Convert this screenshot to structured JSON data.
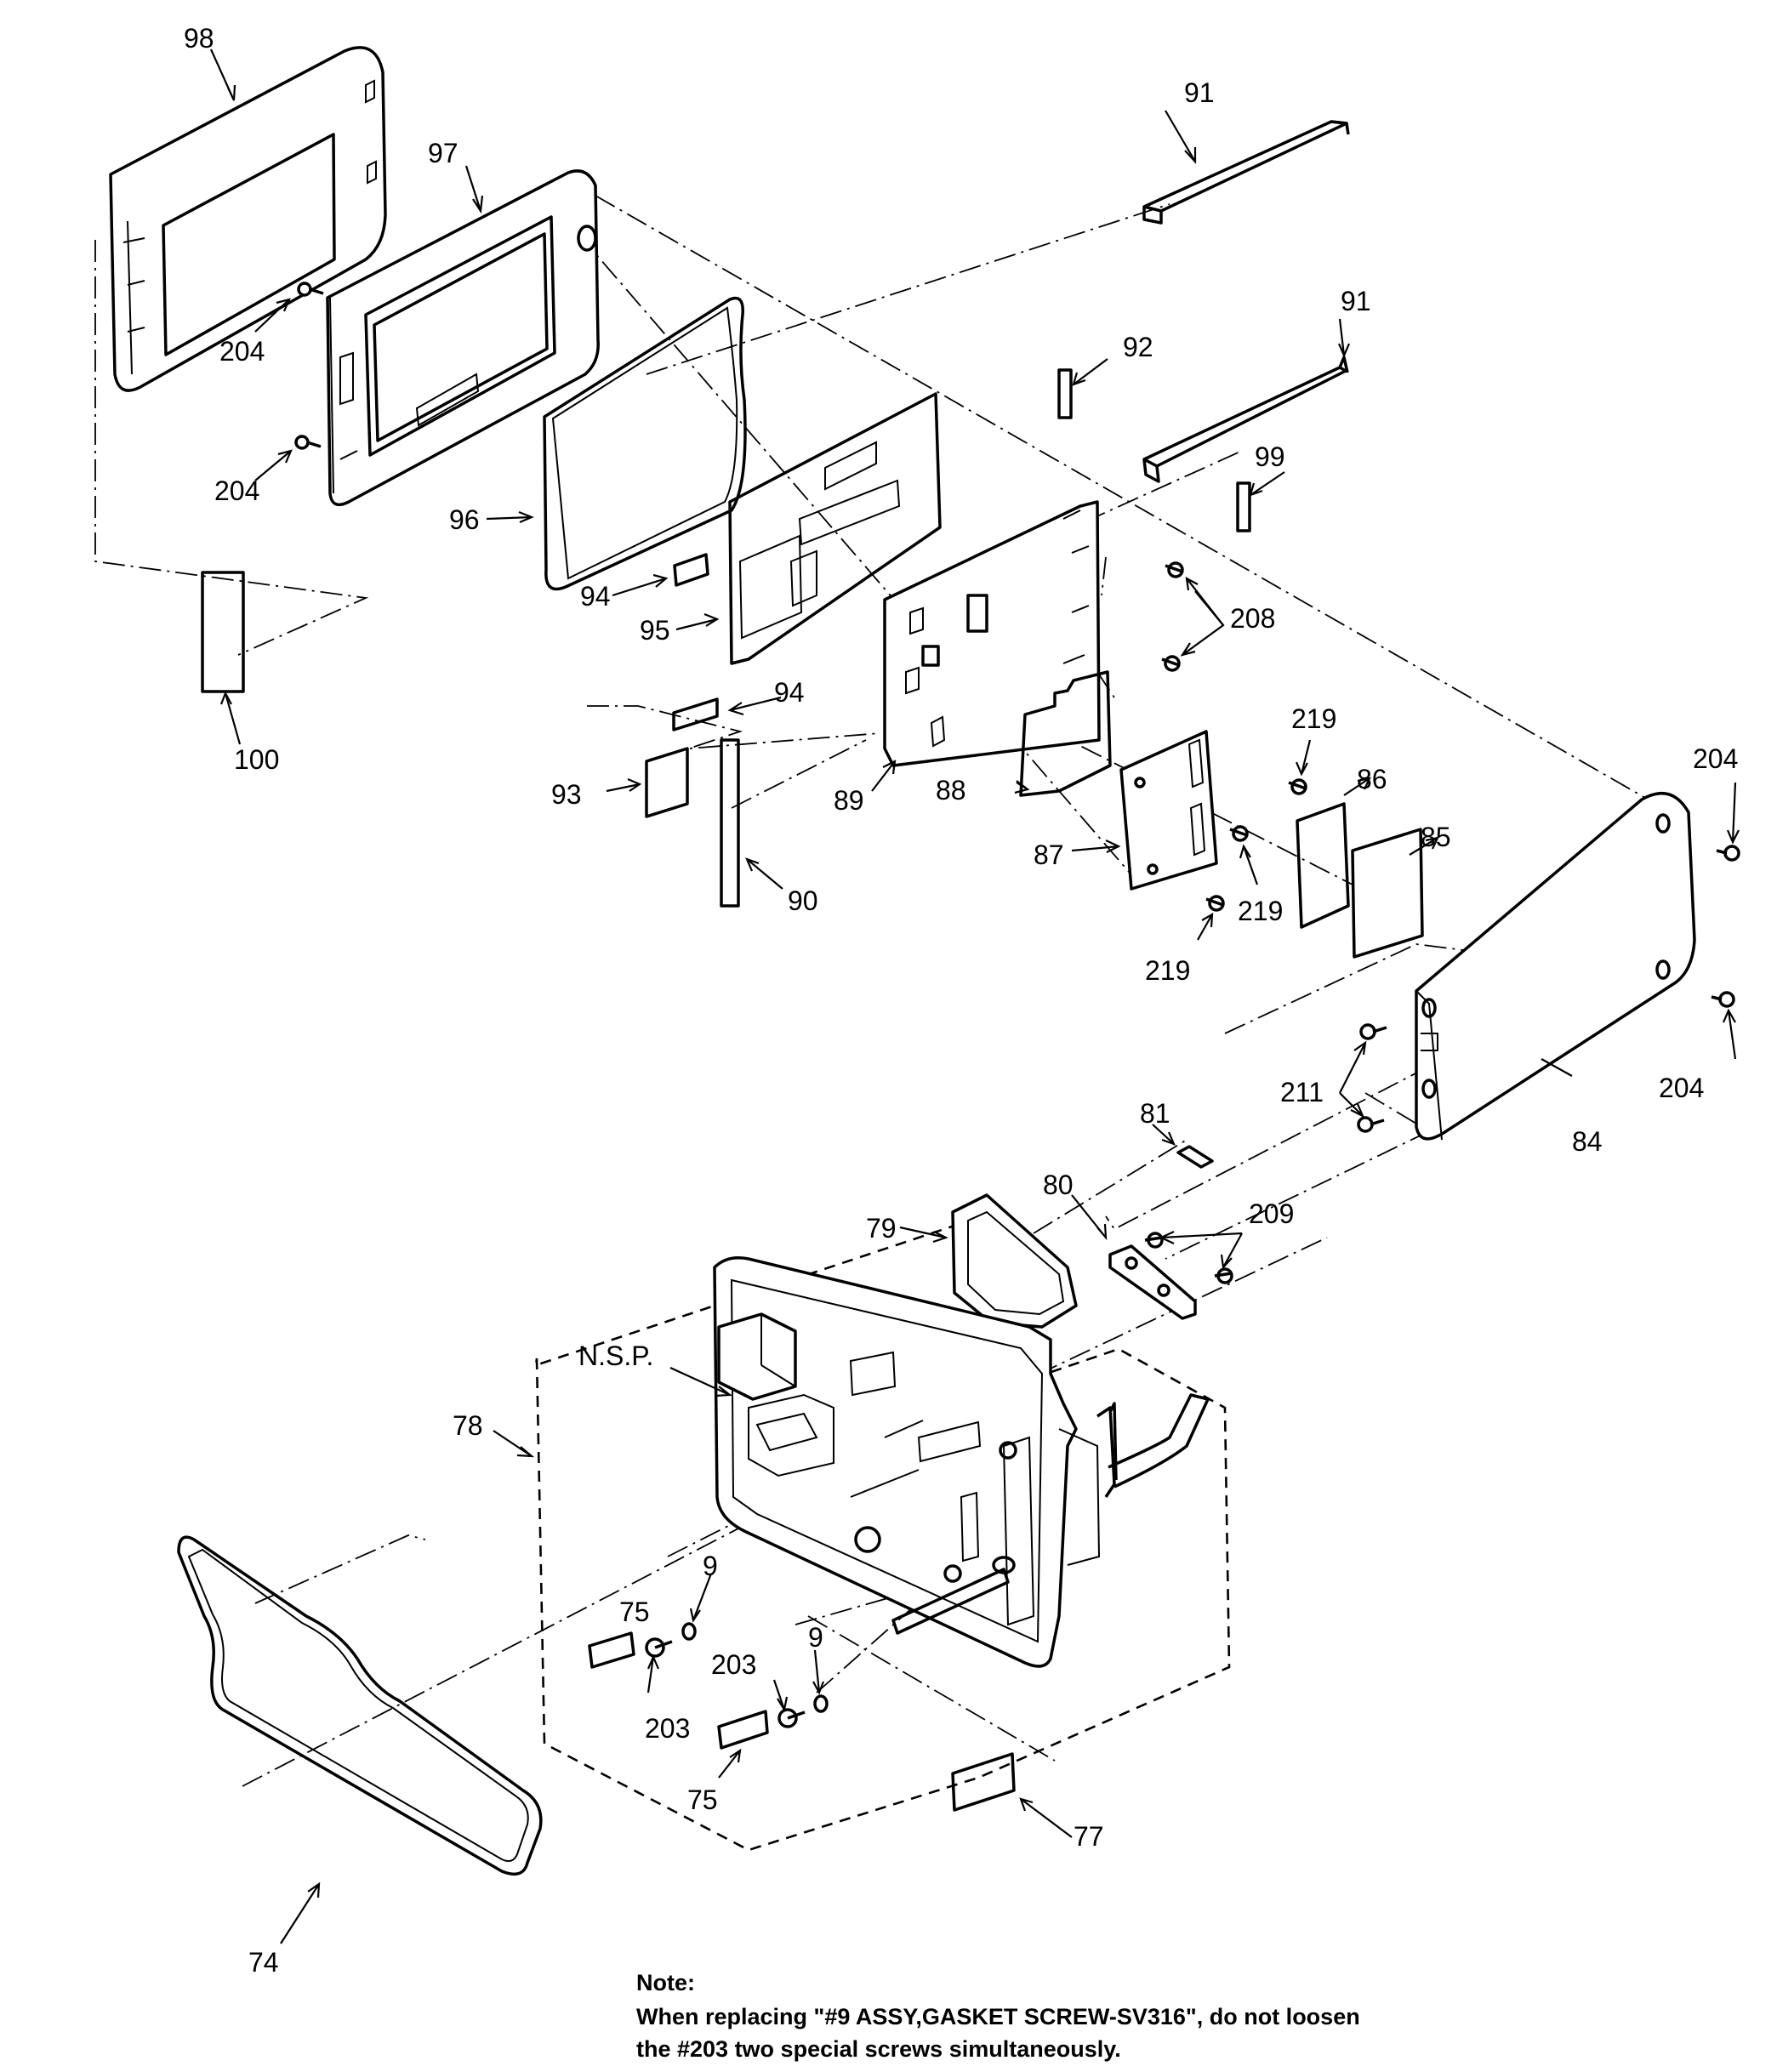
{
  "labels": {
    "l98": "98",
    "l97": "97",
    "l204a": "204",
    "l204b": "204",
    "l96": "96",
    "l100": "100",
    "l91a": "91",
    "l91b": "91",
    "l92": "92",
    "l99": "99",
    "l94a": "94",
    "l95": "95",
    "l94b": "94",
    "l93": "93",
    "l90": "90",
    "l89": "89",
    "l208": "208",
    "l88": "88",
    "l87": "87",
    "l219a": "219",
    "l219b": "219",
    "l219c": "219",
    "l86": "86",
    "l85": "85",
    "l204c": "204",
    "l204d": "204",
    "l211": "211",
    "l84": "84",
    "l81": "81",
    "l80": "80",
    "l79": "79",
    "l209": "209",
    "lnsp": "N.S.P.",
    "l78": "78",
    "l9a": "9",
    "l75a": "75",
    "l203a": "203",
    "l203b": "203",
    "l9b": "9",
    "l75b": "75",
    "l77": "77",
    "l74": "74"
  },
  "note": {
    "heading": "Note:",
    "line1": "When replacing \"#9 ASSY,GASKET SCREW-SV316\", do not loosen",
    "line2": "the #203 two special screws simultaneously."
  }
}
